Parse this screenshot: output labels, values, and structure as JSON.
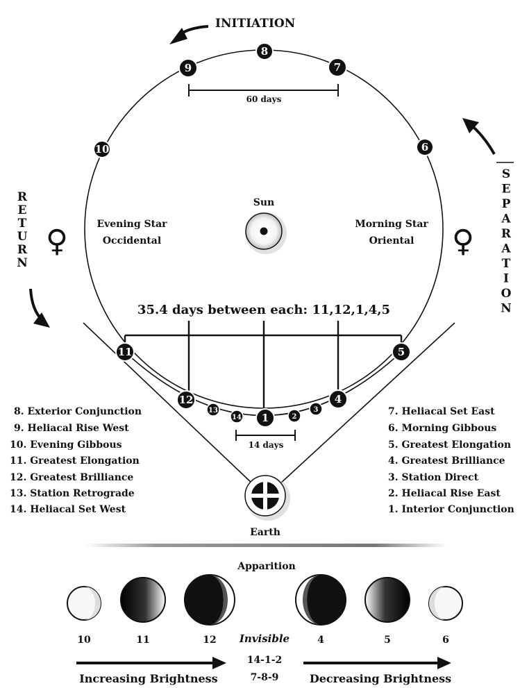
{
  "title": "INITIATION",
  "separation": "SEPARATION",
  "return": "RETURN",
  "sun": "Sun",
  "earth": "Earth",
  "evening_star": [
    "Evening Star",
    "Occidental"
  ],
  "morning_star": [
    "Morning Star",
    "Oriental"
  ],
  "venus_symbol": "♀",
  "sixty_days": "60 days",
  "fourteen_days": "14 days",
  "synodic_note": "35.4 days between each: 11,12,1,4,5",
  "orbit_points": [
    {
      "n": "8"
    },
    {
      "n": "7"
    },
    {
      "n": "9"
    },
    {
      "n": "10"
    },
    {
      "n": "6"
    },
    {
      "n": "11"
    },
    {
      "n": "5"
    },
    {
      "n": "12"
    },
    {
      "n": "4"
    },
    {
      "n": "13"
    },
    {
      "n": "3"
    },
    {
      "n": "14"
    },
    {
      "n": "2"
    },
    {
      "n": "1"
    }
  ],
  "left_list": [
    "8. Exterior Conjunction",
    "9. Heliacal Rise West",
    "10. Evening Gibbous",
    "11. Greatest Elongation",
    "12. Greatest Brilliance",
    "13. Station Retrograde",
    "14. Heliacal Set West"
  ],
  "right_list": [
    "7. Heliacal Set East",
    "6. Morning Gibbous",
    "5. Greatest Elongation",
    "4. Greatest Brilliance",
    "3. Station Direct",
    "2. Heliacal Rise East",
    "1. Interior Conjunction"
  ],
  "apparition": "Apparition",
  "phases": [
    "10",
    "11",
    "12",
    "4",
    "5",
    "6"
  ],
  "invisible": "Invisible",
  "invisible_nums": [
    "14-1-2",
    "7-8-9"
  ],
  "increasing": "Increasing Brightness",
  "decreasing": "Decreasing Brightness"
}
